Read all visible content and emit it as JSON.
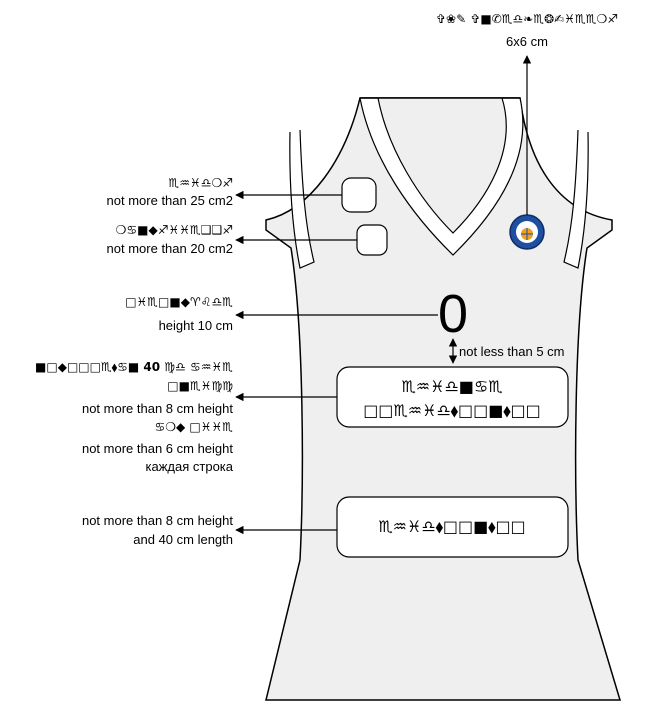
{
  "colors": {
    "jersey_fill": "#efefef",
    "outline": "#000000",
    "logo_blue": "#1f4fa0",
    "logo_gold": "#f0a020"
  },
  "logo": {
    "title": "✞❀✎ ✞■✆♏♎❧♏❂✍♓♏♏❍♐",
    "size": "6x6 cm"
  },
  "patch1": {
    "title": "♏♒♓♎❍♐",
    "desc": "not more than 25 cm2"
  },
  "patch2": {
    "title": "❍♋■◆♐♓♓♏❑❑♐",
    "desc": "not more than 20 cm2"
  },
  "number": {
    "value": "0",
    "label_title": "□♓♏□■◆♈♌♎♏",
    "desc": "height 10 cm"
  },
  "gap_note": "not less than 5 cm",
  "nameplate": {
    "line1": "♏♒♓♎■♋♏",
    "line2": "□□♏♒♓♎⬧□□■⬧□□",
    "note_title_1": "■□◆□□□♏⬧♋■ 40 ♍♎ ♋♒♓♏",
    "note_title_2": "□■♏♓♍♍",
    "note_desc_1": "not more than 8 cm height",
    "note_title_3": "♋❍◆ □♓♓♏",
    "note_desc_2": "not more than 6 cm height",
    "note_desc_3": "каждая строка"
  },
  "sponsor": {
    "text": "♏♒♓♎⬧□□■⬧□□",
    "desc_1": "not more than 8 cm height",
    "desc_2": "and 40 cm length"
  }
}
